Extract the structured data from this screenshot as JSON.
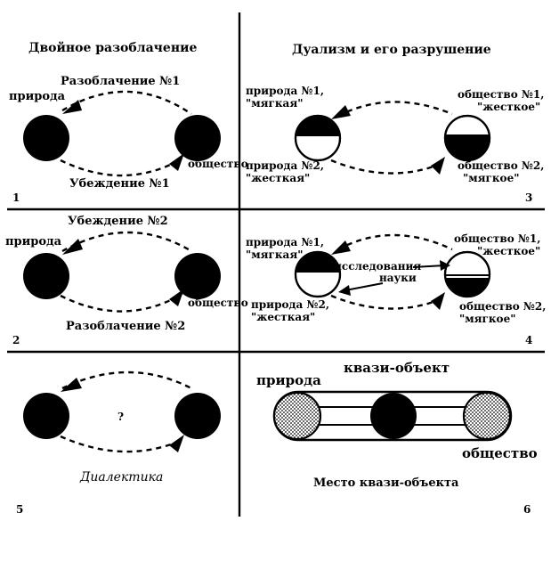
{
  "panel1": {
    "title": "Двойное разоблачение",
    "top_label": "Разоблачение №1",
    "bottom_label": "Убеждение №1",
    "nature": "природа",
    "society": "общество",
    "number": "1"
  },
  "panel2": {
    "top_label": "Убеждение №2",
    "bottom_label": "Разоблачение №2",
    "nature": "природа",
    "society": "общество",
    "number": "2"
  },
  "panel3": {
    "title": "Дуализм и его разрушение",
    "nature1_a": "природа №1,",
    "nature1_b": "\"мягкая\"",
    "nature2_a": "природа №2,",
    "nature2_b": "\"жесткая\"",
    "society1_a": "общество №1,",
    "society1_b": "\"жесткое\"",
    "society2_a": "общество №2,",
    "society2_b": "\"мягкое\"",
    "number": "3"
  },
  "panel4": {
    "nature1_a": "природа №1,",
    "nature1_b": "\"мягкая\"",
    "nature2_a": "природа №2,",
    "nature2_b": "\"жесткая\"",
    "society1_a": "общество №1,",
    "society1_b": "\"жесткое\"",
    "society2_a": "общество №2,",
    "society2_b": "\"мягкое\"",
    "research_a": "исследования",
    "research_b": "науки",
    "number": "4"
  },
  "panel5": {
    "question": "?",
    "caption": "Диалектика",
    "number": "5"
  },
  "panel6": {
    "quasi_object": "квази-объект",
    "nature": "природа",
    "society": "общество",
    "caption": "Место квази-объекта",
    "number": "6"
  }
}
